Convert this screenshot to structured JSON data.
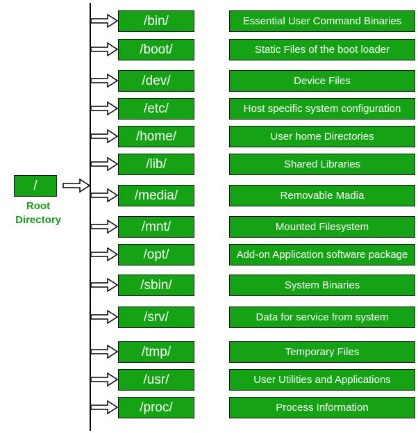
{
  "colors": {
    "box_fill": "#15a315",
    "label_text": "#1a9a1a",
    "line": "#000000"
  },
  "root": {
    "label": "/",
    "caption_line1": "Root",
    "caption_line2": "Directory"
  },
  "entries": [
    {
      "dir": "/bin/",
      "description": "Essential User Command Binaries"
    },
    {
      "dir": "/boot/",
      "description": "Static Files of the boot loader"
    },
    {
      "dir": "/dev/",
      "description": "Device Files"
    },
    {
      "dir": "/etc/",
      "description": "Host specific system configuration"
    },
    {
      "dir": "/home/",
      "description": "User home Directories"
    },
    {
      "dir": "/lib/",
      "description": "Shared Libraries"
    },
    {
      "dir": "/media/",
      "description": "Removable Madia"
    },
    {
      "dir": "/mnt/",
      "description": "Mounted Filesystem"
    },
    {
      "dir": "/opt/",
      "description": "Add-on Application software package"
    },
    {
      "dir": "/sbin/",
      "description": "System Binaries"
    },
    {
      "dir": "/srv/",
      "description": "Data for service from system"
    },
    {
      "dir": "/tmp/",
      "description": "Temporary Files"
    },
    {
      "dir": "/usr/",
      "description": "User Utilities and Applications"
    },
    {
      "dir": "/proc/",
      "description": "Process Information"
    }
  ]
}
